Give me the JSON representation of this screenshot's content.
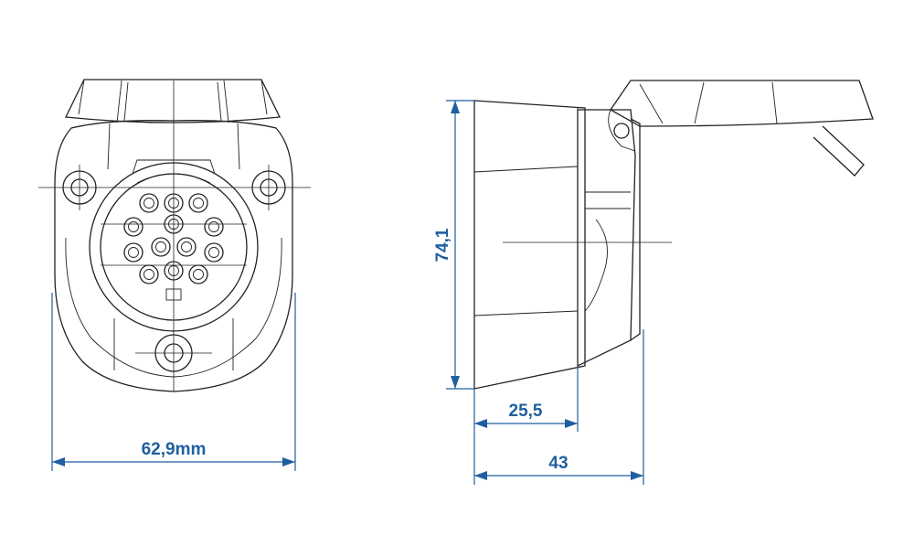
{
  "dimensions": {
    "width_label": "62,9mm",
    "height_label": "74,1",
    "depth_body_label": "25,5",
    "depth_total_label": "43"
  },
  "colors": {
    "dimension": "#1f5fa0",
    "outline": "#222222",
    "background": "#ffffff"
  },
  "views": [
    "front-view",
    "side-view"
  ],
  "pin_count": 13
}
